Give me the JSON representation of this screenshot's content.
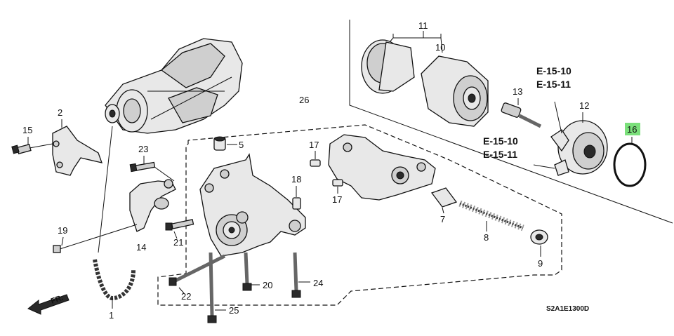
{
  "callouts": {
    "c1": "1",
    "c2": "2",
    "c5": "5",
    "c7": "7",
    "c8": "8",
    "c9": "9",
    "c10": "10",
    "c11": "11",
    "c12": "12",
    "c13": "13",
    "c14": "14",
    "c15": "15",
    "c16": "16",
    "c17a": "17",
    "c17b": "17",
    "c18": "18",
    "c19": "19",
    "c20": "20",
    "c21": "21",
    "c22": "22",
    "c23": "23",
    "c24": "24",
    "c25": "25",
    "c26": "26"
  },
  "references": {
    "ref1a": "E-15-10",
    "ref1b": "E-15-11",
    "ref2a": "E-15-10",
    "ref2b": "E-15-11"
  },
  "direction_label": "FR.",
  "diagram_code": "S2A1E1300D",
  "highlight_color": "#7be07b"
}
